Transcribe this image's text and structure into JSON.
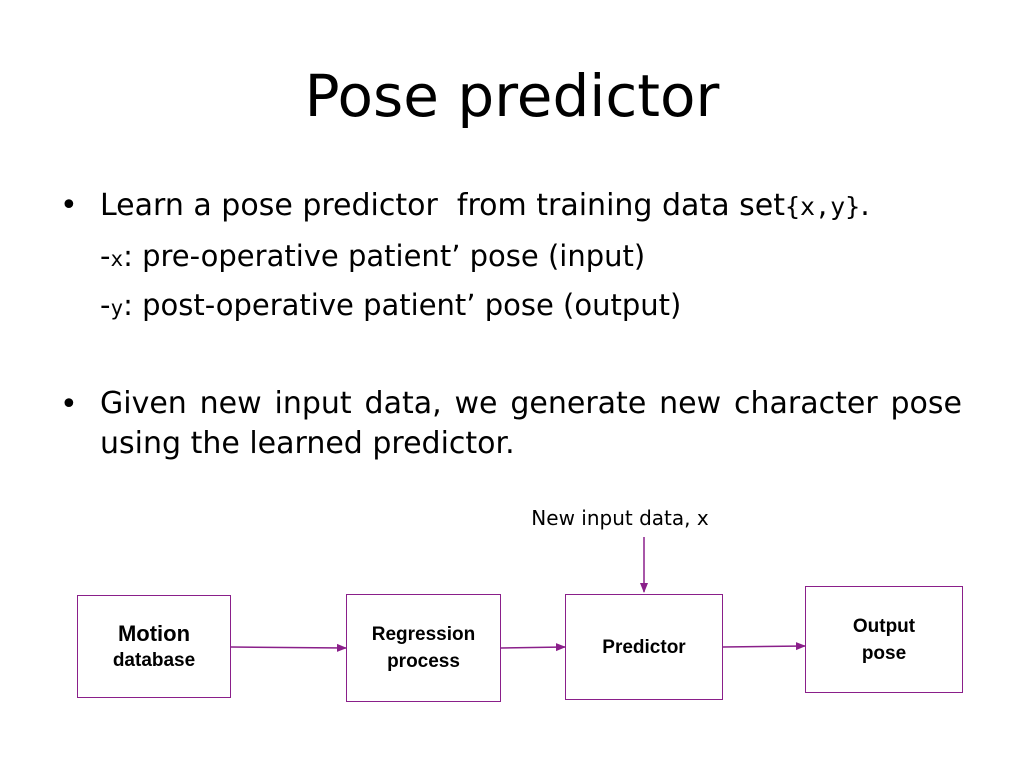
{
  "slide": {
    "title": "Pose predictor",
    "bullets": [
      {
        "marker": "•",
        "text_before": "Learn a pose predictor  from training data set",
        "code": "{x,y}",
        "text_after": "."
      },
      {
        "marker": "•",
        "text": "Given new input data, we generate new character pose using the learned predictor."
      }
    ],
    "sub_items": [
      {
        "dash": "-",
        "var": "x",
        "text": ": pre-operative patient’ pose (input)"
      },
      {
        "dash": "-",
        "var": "y",
        "text": ": post-operative patient’ pose (output)"
      }
    ]
  },
  "diagram": {
    "input_label": "New input data, x",
    "boxes": [
      {
        "id": "motion",
        "line1": "Motion",
        "line2": "database"
      },
      {
        "id": "regression",
        "line1": "Regression",
        "line2": "process"
      },
      {
        "id": "predictor",
        "line1": "Predictor"
      },
      {
        "id": "output",
        "line1": "Output",
        "line2": "pose"
      }
    ],
    "colors": {
      "box_border": "#8a1f8a",
      "arrow": "#8a1f8a"
    }
  }
}
